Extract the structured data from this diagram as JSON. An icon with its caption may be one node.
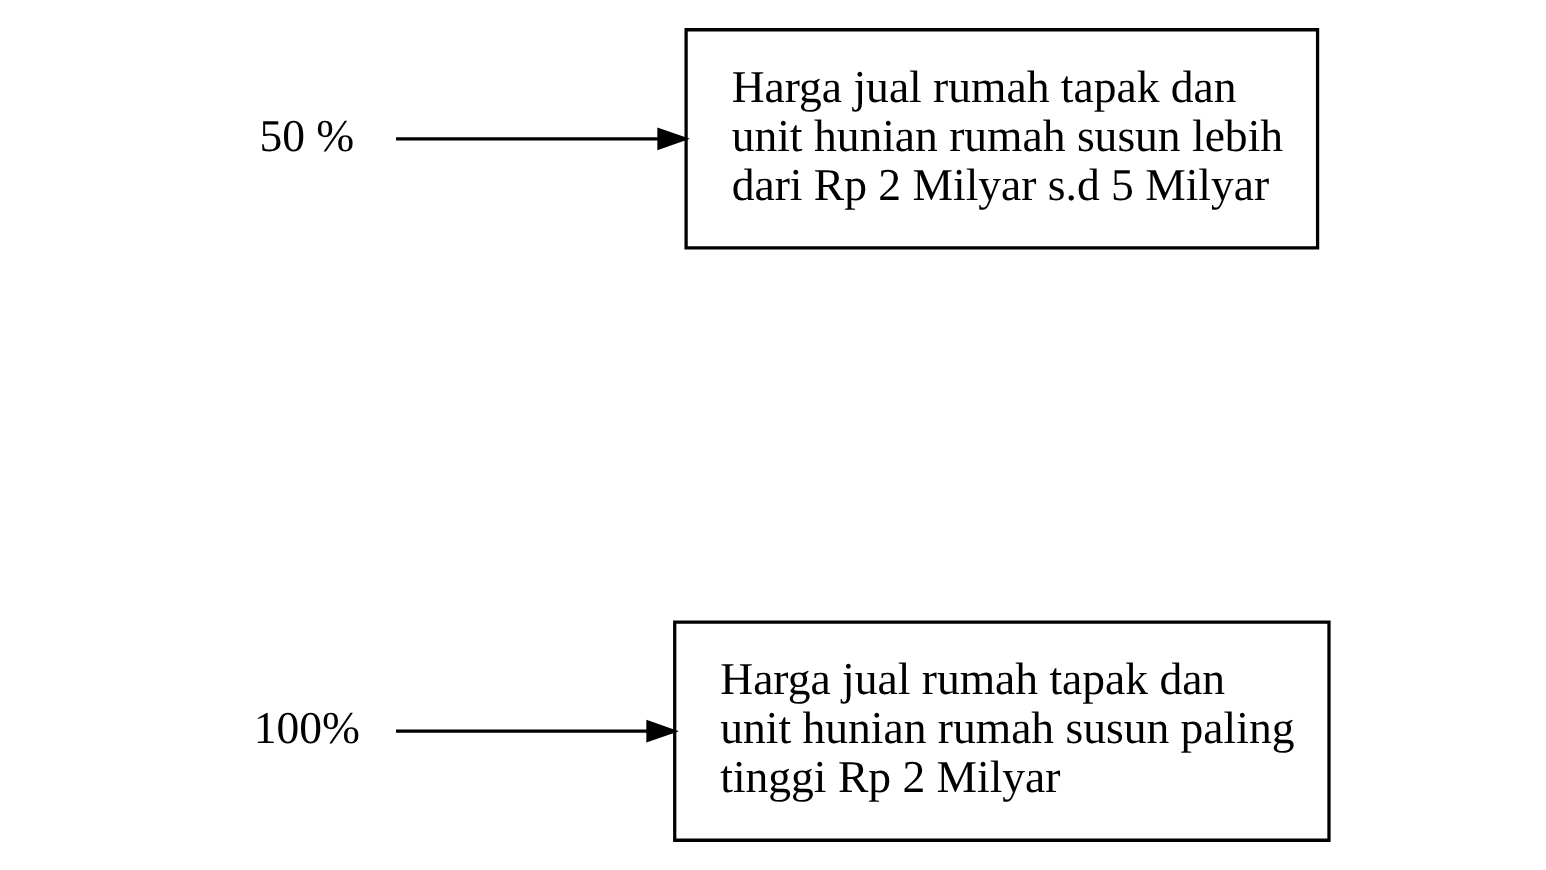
{
  "diagram": {
    "nodes": [
      {
        "text": [
          "100%"
        ]
      },
      {
        "text": [
          "Harga jual rumah tapak dan unit hunian rumah susun paling tinggi Rp 2 Milyar"
        ]
      },
      {
        "text": [
          "50 %"
        ]
      },
      {
        "text": [
          "Harga jual rumah tapak dan unit hunian rumah susun lebih dari Rp 2 Milyar s.d 5 Milyar"
        ]
      }
    ],
    "edges": [
      {
        "from": 0,
        "to": 1,
        "arrow": "to"
      },
      {
        "from": 2,
        "to": 3,
        "arrow": "to"
      }
    ]
  }
}
